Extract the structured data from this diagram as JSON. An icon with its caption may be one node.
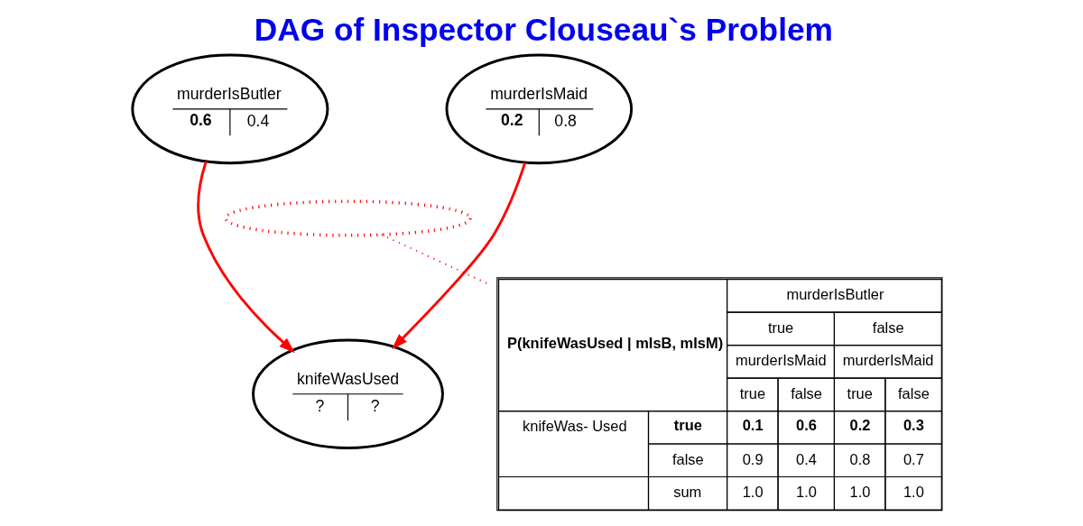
{
  "diagram": {
    "title": "DAG of Inspector Clouseau`s Problem",
    "nodes": [
      {
        "text": [
          "murderIsButler",
          "0.6",
          "0.4"
        ]
      },
      {
        "text": [
          "murderIsMaid",
          "0.2",
          "0.8"
        ]
      },
      {
        "text": [
          "knifeWasUsed",
          "?",
          "?"
        ]
      },
      {
        "text": [],
        "shape": "ellipse"
      }
    ],
    "edges": [
      {
        "from": 0,
        "to": 2,
        "arrow": "to",
        "color": "#ff0000"
      },
      {
        "from": 1,
        "to": 2,
        "arrow": "to",
        "color": "#ff0000"
      },
      {
        "from": 3,
        "to": null,
        "arrow": "none",
        "style": "dashed",
        "color": "#ff0000"
      }
    ],
    "labels": [
      "P(knifeWasUsed | mIsB, mIsM)",
      "murderIsButler",
      "true",
      "false",
      "murderIsMaid",
      "murderIsMaid",
      "true",
      "false",
      "true",
      "false",
      "knifeWas- Used",
      "true",
      "0.1",
      "0.6",
      "0.2",
      "0.3",
      "false",
      "0.9",
      "0.4",
      "0.8",
      "0.7",
      "sum",
      "1.0",
      "1.0",
      "1.0",
      "1.0"
    ]
  }
}
